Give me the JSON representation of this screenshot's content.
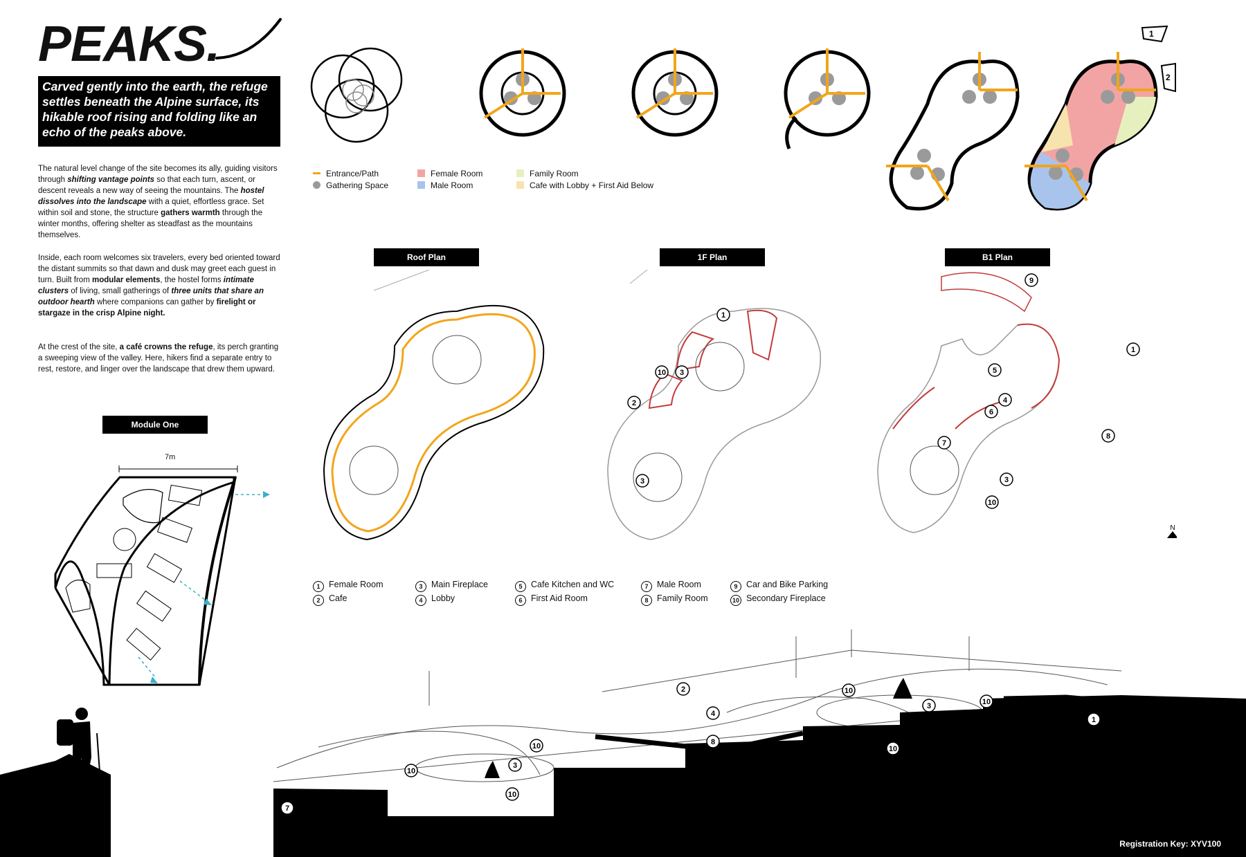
{
  "title": "PEAKS.",
  "lead": "Carved gently into the earth, the refuge settles beneath the Alpine surface, its hikable roof rising and folding like an echo of the peaks above.",
  "paragraphs": {
    "p1": [
      {
        "t": "The natural level change of the site becomes its ally, guiding visitors through "
      },
      {
        "t": "shifting vantage points",
        "s": "bi"
      },
      {
        "t": " so that each turn, ascent, or descent reveals a new way of seeing the mountains. The "
      },
      {
        "t": "hostel dissolves into the landscape",
        "s": "bi"
      },
      {
        "t": " with a quiet, effortless grace. Set within soil and stone, the structure "
      },
      {
        "t": "gathers warmth",
        "s": "b"
      },
      {
        "t": " through the winter months, offering shelter as steadfast as the mountains themselves."
      }
    ],
    "p2": [
      {
        "t": "Inside, each room welcomes six travelers, every bed oriented toward the distant summits so that dawn and dusk may greet each guest in turn. Built from "
      },
      {
        "t": "modular elements",
        "s": "b"
      },
      {
        "t": ", the hostel forms "
      },
      {
        "t": "intimate clusters",
        "s": "bi"
      },
      {
        "t": " of living, small gatherings of "
      },
      {
        "t": "three units that share an outdoor hearth",
        "s": "bi"
      },
      {
        "t": " where companions can gather by "
      },
      {
        "t": "firelight or stargaze in the crisp Alpine night.",
        "s": "b"
      }
    ],
    "p3": [
      {
        "t": "At the crest of the site, "
      },
      {
        "t": "a café crowns the refuge",
        "s": "b"
      },
      {
        "t": ", its perch granting a sweeping view of the valley. Here, hikers find a separate entry to rest, restore, and linger over the landscape that drew them upward."
      }
    ]
  },
  "module": {
    "label": "Module One",
    "dimension": "7m"
  },
  "plan_tags": {
    "roof": "Roof Plan",
    "first": "1F Plan",
    "b1": "B1 Plan"
  },
  "legend": {
    "entrance": "Entrance/Path",
    "gathering": "Gathering Space",
    "female": "Female Room",
    "male": "Male Room",
    "family": "Family Room",
    "cafe": "Cafe with Lobby + First Aid Below"
  },
  "colors": {
    "path": "#F2A51A",
    "gathering": "#9A9A9A",
    "female": "#F2A4A4",
    "male": "#A9C4EC",
    "family": "#E6F0BE",
    "cafe": "#F7E3AE",
    "plan_red": "#C43A3A"
  },
  "keys": [
    {
      "n": "1",
      "label": "Female Room"
    },
    {
      "n": "2",
      "label": "Cafe"
    },
    {
      "n": "3",
      "label": "Main Fireplace"
    },
    {
      "n": "4",
      "label": "Lobby"
    },
    {
      "n": "5",
      "label": "Cafe Kitchen and WC"
    },
    {
      "n": "6",
      "label": "First Aid Room"
    },
    {
      "n": "7",
      "label": "Male Room"
    },
    {
      "n": "8",
      "label": "Family Room"
    },
    {
      "n": "9",
      "label": "Car and Bike Parking"
    },
    {
      "n": "10",
      "label": "Secondary Fireplace"
    }
  ],
  "diagram_numbers": {
    "one": "1",
    "two": "2"
  },
  "plan_numbers": {
    "n1": "1",
    "n2": "2",
    "n3": "3",
    "n4": "4",
    "n5": "5",
    "n6": "6",
    "n7": "7",
    "n8": "8",
    "n9": "9",
    "n10": "10"
  },
  "north": "N",
  "registration": "Registration Key: XYV100"
}
